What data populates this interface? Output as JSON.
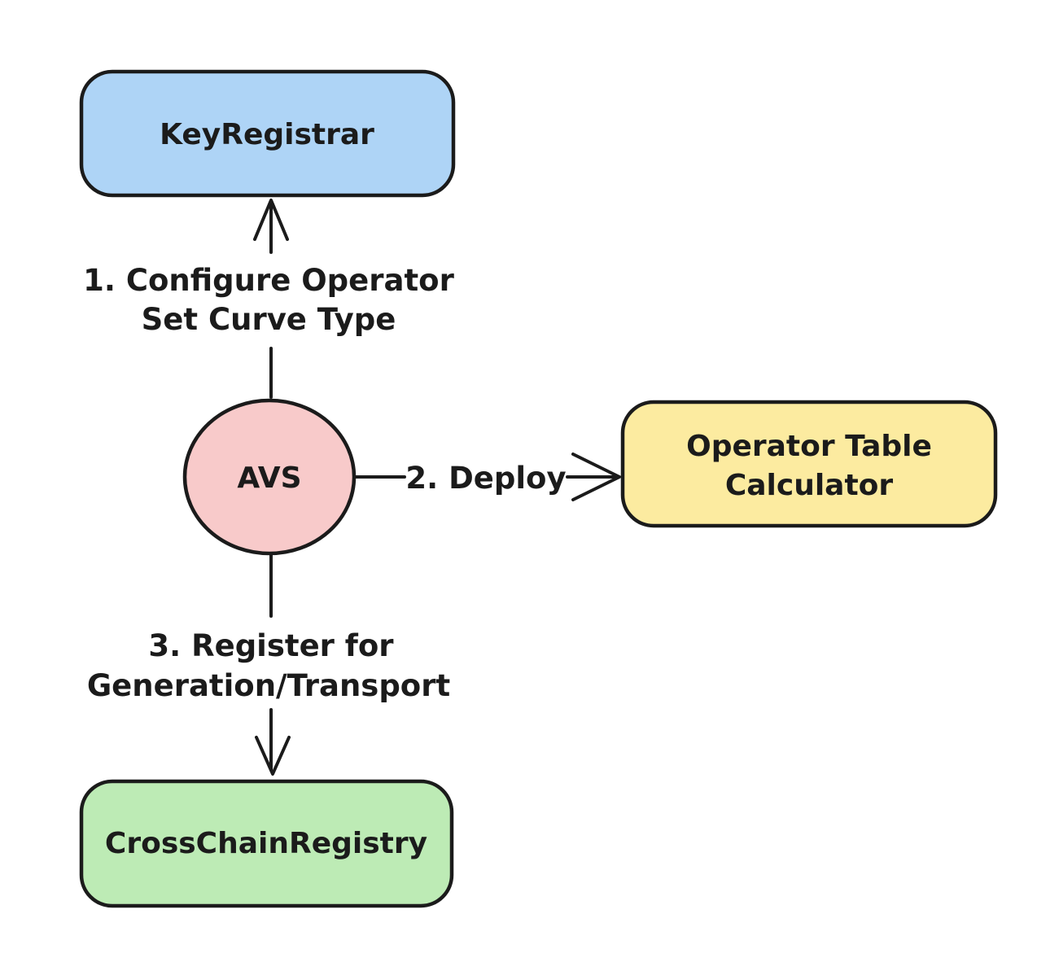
{
  "diagram": {
    "background": "#ffffff",
    "stroke_color": "#1b1b1b",
    "nodes": {
      "key_registrar": {
        "label": "KeyRegistrar",
        "fill": "#aed4f6"
      },
      "avs": {
        "label": "AVS",
        "fill": "#f8caca"
      },
      "operator_table_calculator": {
        "label_line1": "Operator Table",
        "label_line2": "Calculator",
        "fill": "#fceba0"
      },
      "cross_chain_registry": {
        "label": "CrossChainRegistry",
        "fill": "#bdebb5"
      }
    },
    "edges": {
      "configure_operator_set_curve_type": {
        "from": "AVS",
        "to": "KeyRegistrar",
        "label_line1": "1. Configure Operator",
        "label_line2": "Set Curve Type"
      },
      "deploy": {
        "from": "AVS",
        "to": "Operator Table Calculator",
        "label": "2. Deploy"
      },
      "register_for_generation_transport": {
        "from": "AVS",
        "to": "CrossChainRegistry",
        "label_line1": "3. Register for",
        "label_line2": "Generation/Transport"
      }
    }
  }
}
